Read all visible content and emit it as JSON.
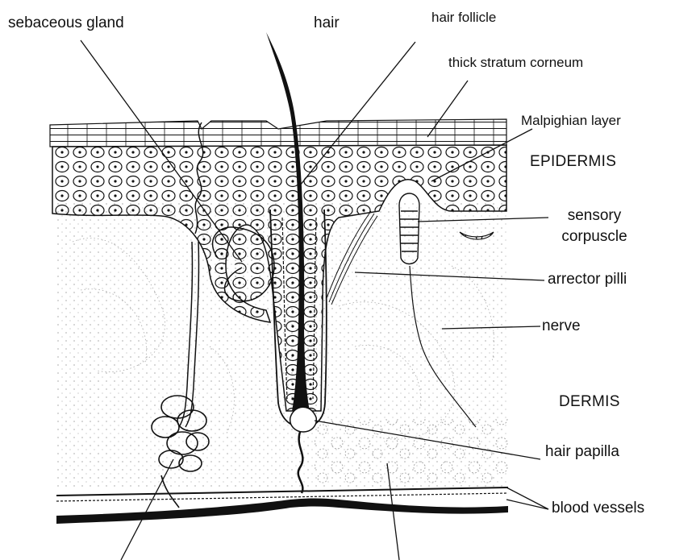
{
  "labels": {
    "sebaceous_gland": "sebaceous gland",
    "hair": "hair",
    "hair_follicle": "hair follicle",
    "thick_stratum_corneum": "thick stratum corneum",
    "malpighian_layer": "Malpighian layer",
    "epidermis": "EPIDERMIS",
    "sensory_corpuscle_1": "sensory",
    "sensory_corpuscle_2": "corpuscle",
    "arrector_pilli": "arrector pilli",
    "nerve": "nerve",
    "dermis": "DERMIS",
    "hair_papilla": "hair papilla",
    "blood_vessels": "blood vessels"
  },
  "colors": {
    "ink": "#111111",
    "background": "#ffffff"
  }
}
